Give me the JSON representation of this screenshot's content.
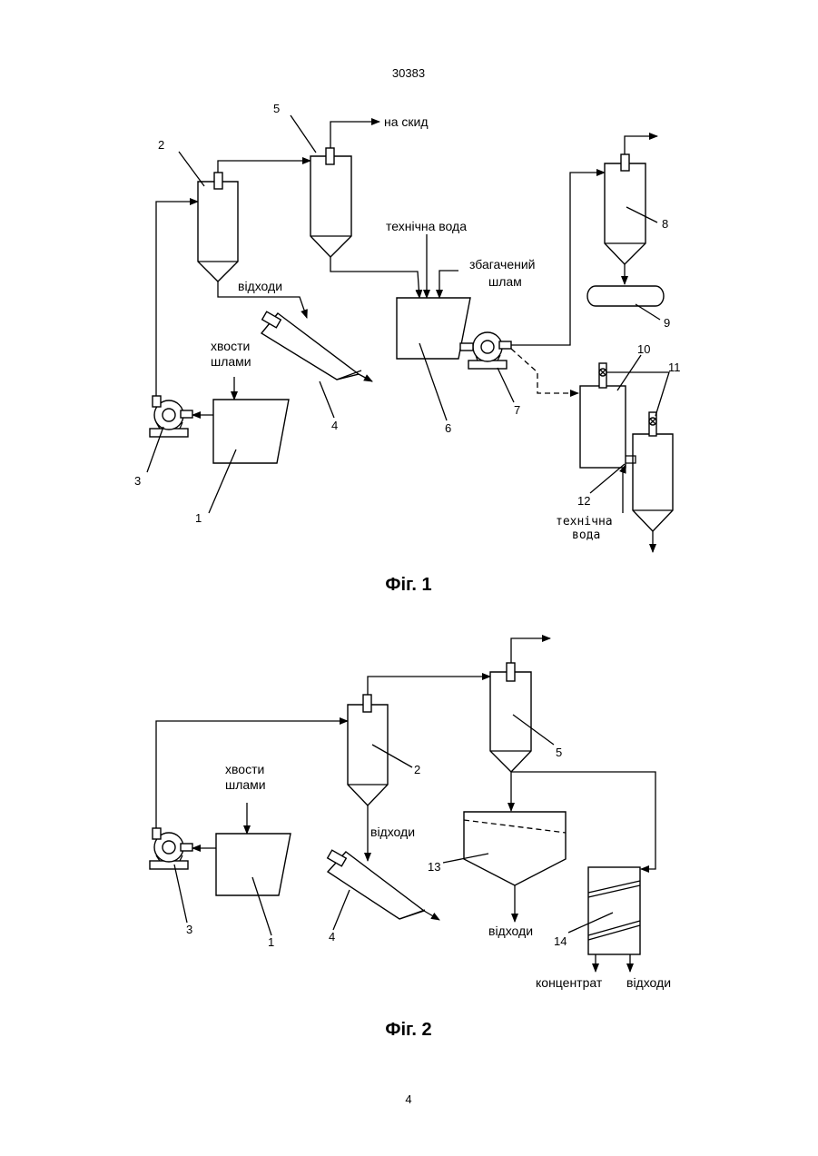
{
  "page": {
    "header_number": "30383",
    "page_number": "4"
  },
  "fig1": {
    "caption": "Фіг. 1",
    "labels": {
      "na_skyd": "на скид",
      "tekhnichna_voda": "технічна вода",
      "zbahachenyi": "збагачений",
      "shlam": "шлам",
      "vidkhody": "відходи",
      "khvosty": "хвости",
      "shlamy": "шлами",
      "tekhnichna_hw": "технічна",
      "voda_hw": "вода"
    },
    "numbers": [
      "1",
      "2",
      "3",
      "4",
      "5",
      "6",
      "7",
      "8",
      "9",
      "10",
      "11",
      "12"
    ]
  },
  "fig2": {
    "caption": "Фіг. 2",
    "labels": {
      "khvosty": "хвости",
      "shlamy": "шлами",
      "vidkhody_cyclone": "відходи",
      "vidkhody_tank": "відходи",
      "kontsentrat": "концентрат",
      "vidkhody_sep": "відходи"
    },
    "numbers": [
      "1",
      "2",
      "3",
      "4",
      "5",
      "13",
      "14"
    ]
  }
}
